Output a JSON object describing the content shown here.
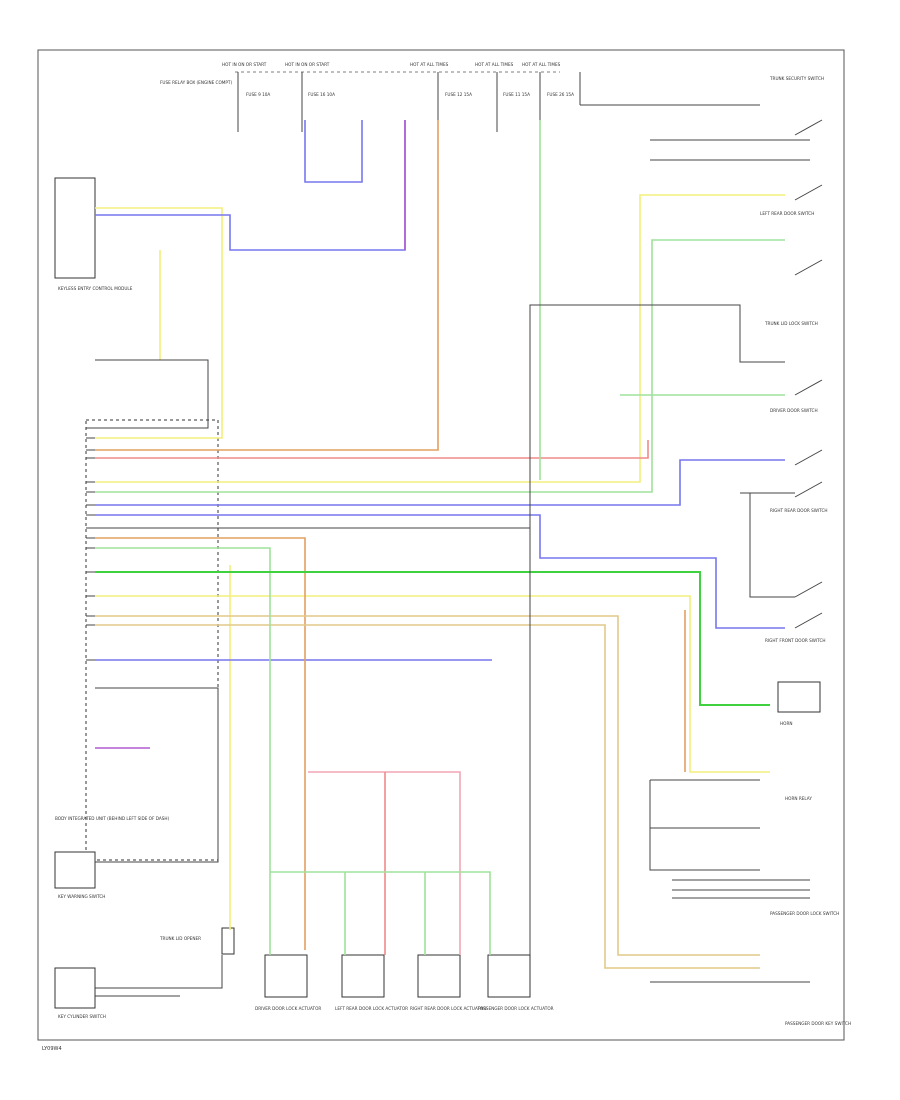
{
  "diagram": {
    "footer_code": "LY09W4",
    "fuses": [
      {
        "group": "HOT IN ON OR START",
        "label": "FUSE 9 10A"
      },
      {
        "group": "HOT IN ON OR START",
        "label": "FUSE 16 10A"
      },
      {
        "group": "HOT AT ALL TIMES",
        "label": "FUSE 12 15A"
      },
      {
        "group": "HOT AT ALL TIMES",
        "label": "FUSE 11 15A"
      },
      {
        "group": "HOT AT ALL TIMES",
        "label": "FUSE 26 15A"
      }
    ],
    "modules": {
      "top_left": "FUSE RELAY BOX (ENGINE COMPT)",
      "keyless": "KEYLESS ENTRY CONTROL MODULE",
      "bem": "BODY INTEGRATED UNIT (BEHIND LEFT SIDE OF DASH)",
      "ignition_sw": "KEY WARNING SWITCH",
      "key_cyl": "KEY CYLINDER SWITCH",
      "trunk_lid": "TRUNK LID OPENER",
      "door_lock_actuators": [
        "DRIVER DOOR LOCK ACTUATOR",
        "LEFT REAR DOOR LOCK ACTUATOR",
        "RIGHT REAR DOOR LOCK ACTUATOR",
        "PASSENGER DOOR LOCK ACTUATOR"
      ],
      "right_switches": [
        "TRUNK SECURITY SWITCH",
        "LEFT REAR DOOR SWITCH",
        "TRUNK LID LOCK SWITCH",
        "DRIVER DOOR SWITCH",
        "RIGHT REAR DOOR SWITCH",
        "RIGHT FRONT DOOR SWITCH",
        "HORN",
        "HORN RELAY",
        "PASSENGER DOOR LOCK SWITCH",
        "PASSENGER DOOR KEY SWITCH"
      ]
    },
    "wire_colors": {
      "black": "#444444",
      "yellow": "#f2ef7a",
      "light_green": "#9ee29a",
      "green": "#3fd13f",
      "blue": "#7777ee",
      "violet": "#b15bd1",
      "red": "#f08a8a",
      "orange": "#e2a060",
      "tan": "#e2c98a",
      "pink": "#f2a6b6"
    }
  }
}
